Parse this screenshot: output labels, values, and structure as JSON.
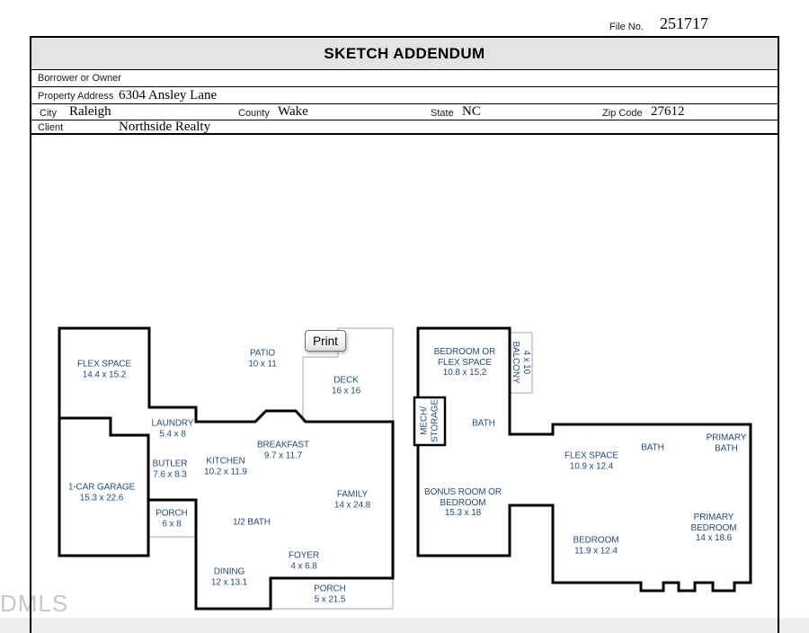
{
  "file": {
    "label": "File No.",
    "value": "251717"
  },
  "header": {
    "title": "SKETCH ADDENDUM"
  },
  "form": {
    "borrower_label": "Borrower or Owner",
    "property_address_label": "Property Address",
    "property_address": "6304 Ansley Lane",
    "city_label": "City",
    "city": "Raleigh",
    "county_label": "County",
    "county": "Wake",
    "state_label": "State",
    "state": "NC",
    "zip_label": "Zip Code",
    "zip": "27612",
    "client_label": "Client",
    "client": "Northside Realty"
  },
  "print_button": {
    "label": "Print"
  },
  "watermark": "DMLS",
  "floorplan": {
    "colors": {
      "wall": "#000000",
      "label_text": "#274b7d",
      "open_edge": "#a9bbca"
    },
    "rooms": [
      {
        "id": "flex-space-1",
        "label": "FLEX SPACE\n14.4 x 15.2"
      },
      {
        "id": "patio",
        "label": "PATIO\n10 x 11"
      },
      {
        "id": "deck",
        "label": "DECK\n16 x 16"
      },
      {
        "id": "laundry",
        "label": "LAUNDRY\n5.4 x 8"
      },
      {
        "id": "breakfast",
        "label": "BREAKFAST\n9.7 x 11.7"
      },
      {
        "id": "butler",
        "label": "BUTLER\n7.6 x 8.3"
      },
      {
        "id": "kitchen",
        "label": "KITCHEN\n10.2 x 11.9"
      },
      {
        "id": "garage",
        "label": "1-CAR GARAGE\n15.3 x 22.6"
      },
      {
        "id": "family",
        "label": "FAMILY\n14 x 24.8"
      },
      {
        "id": "porch-side",
        "label": "PORCH\n6 x 8"
      },
      {
        "id": "half-bath",
        "label": "1/2 BATH"
      },
      {
        "id": "foyer",
        "label": "FOYER\n4 x 6.8"
      },
      {
        "id": "dining",
        "label": "DINING\n12 x 13.1"
      },
      {
        "id": "porch-front",
        "label": "PORCH\n5 x 21.5"
      },
      {
        "id": "bedroom-or-flex",
        "label": "BEDROOM OR\nFLEX SPACE\n10.8 x 15.2"
      },
      {
        "id": "balcony",
        "label": "BALCONY\n4 x 10"
      },
      {
        "id": "mech-storage",
        "label": "MECH/\nSTORAGE"
      },
      {
        "id": "bath-upper",
        "label": "BATH"
      },
      {
        "id": "flex-space-2",
        "label": "FLEX SPACE\n10.9 x 12.4"
      },
      {
        "id": "bath-hall",
        "label": "BATH"
      },
      {
        "id": "primary-bath",
        "label": "PRIMARY\nBATH"
      },
      {
        "id": "bonus-room",
        "label": "BONUS ROOM OR\nBEDROOM\n15.3 x 18"
      },
      {
        "id": "bedroom-2",
        "label": "BEDROOM\n11.9 x 12.4"
      },
      {
        "id": "primary-bedroom",
        "label": "PRIMARY\nBEDROOM\n14 x 18.6"
      }
    ]
  }
}
